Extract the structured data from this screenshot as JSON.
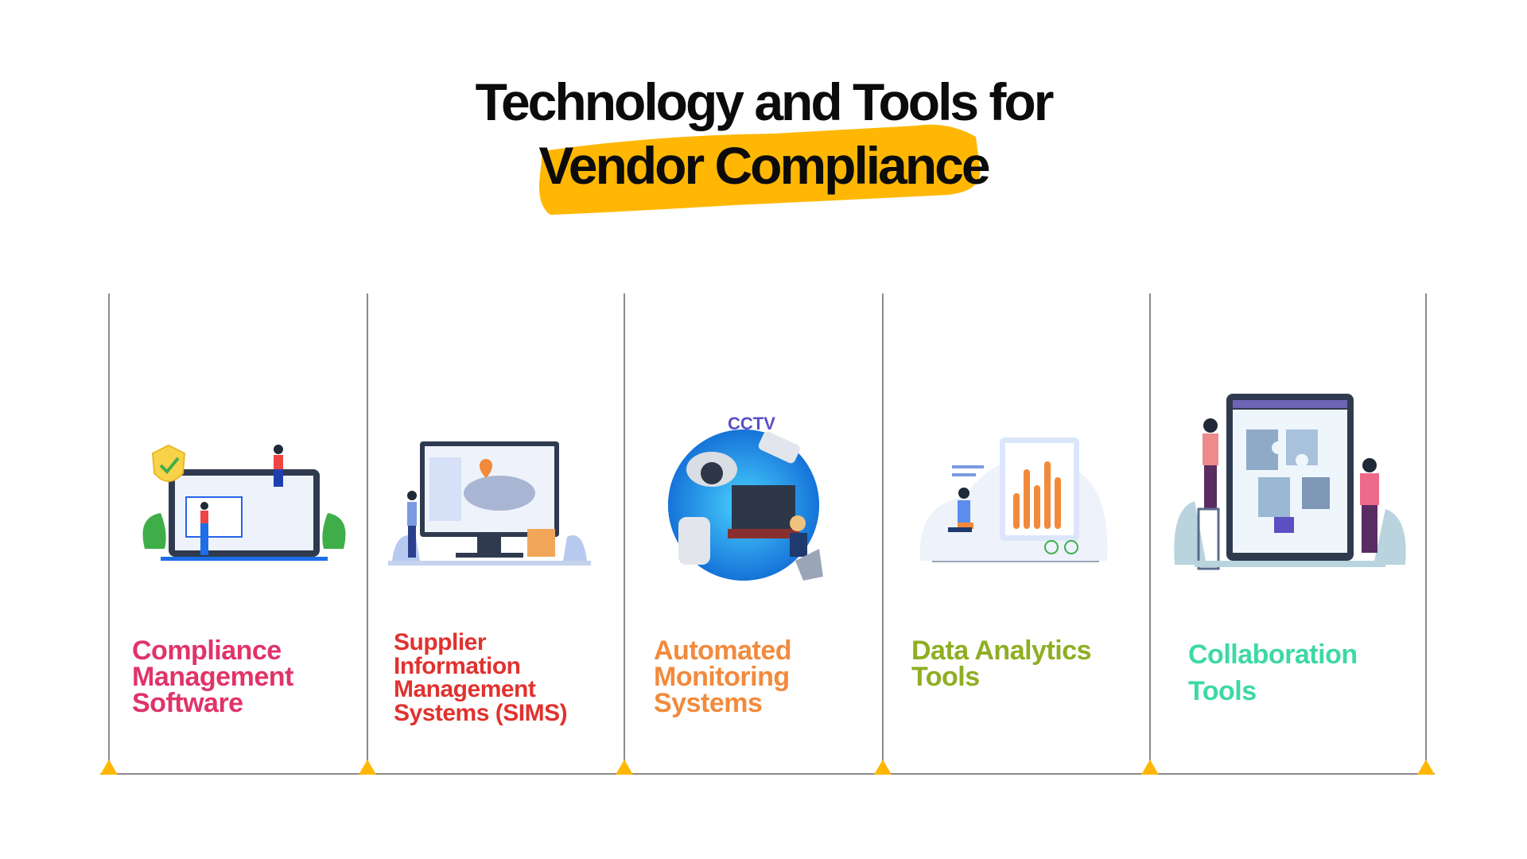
{
  "title": {
    "line1": "Technology and Tools for",
    "line2": "Vendor Compliance",
    "highlight_color": "#ffb703"
  },
  "columns": [
    {
      "lines": [
        "Compliance",
        "Management",
        "Software"
      ],
      "color": "#e0336a",
      "icon": "compliance-laptop-illustration"
    },
    {
      "lines": [
        "Supplier",
        "Information",
        "Management",
        "Systems (SIMS)"
      ],
      "color": "#e0322f",
      "icon": "supplier-map-monitor-illustration"
    },
    {
      "lines": [
        "Automated",
        "Monitoring",
        "Systems"
      ],
      "color": "#f28a3c",
      "icon": "cctv-monitoring-illustration",
      "badge": "CCTV"
    },
    {
      "lines": [
        "Data Analytics",
        "Tools"
      ],
      "color": "#8fae22",
      "icon": "analytics-chart-illustration"
    },
    {
      "lines": [
        "Collaboration",
        "Tools"
      ],
      "color": "#3dd9a4",
      "icon": "collaboration-puzzle-illustration"
    }
  ],
  "timeline_color": "#ffb703"
}
